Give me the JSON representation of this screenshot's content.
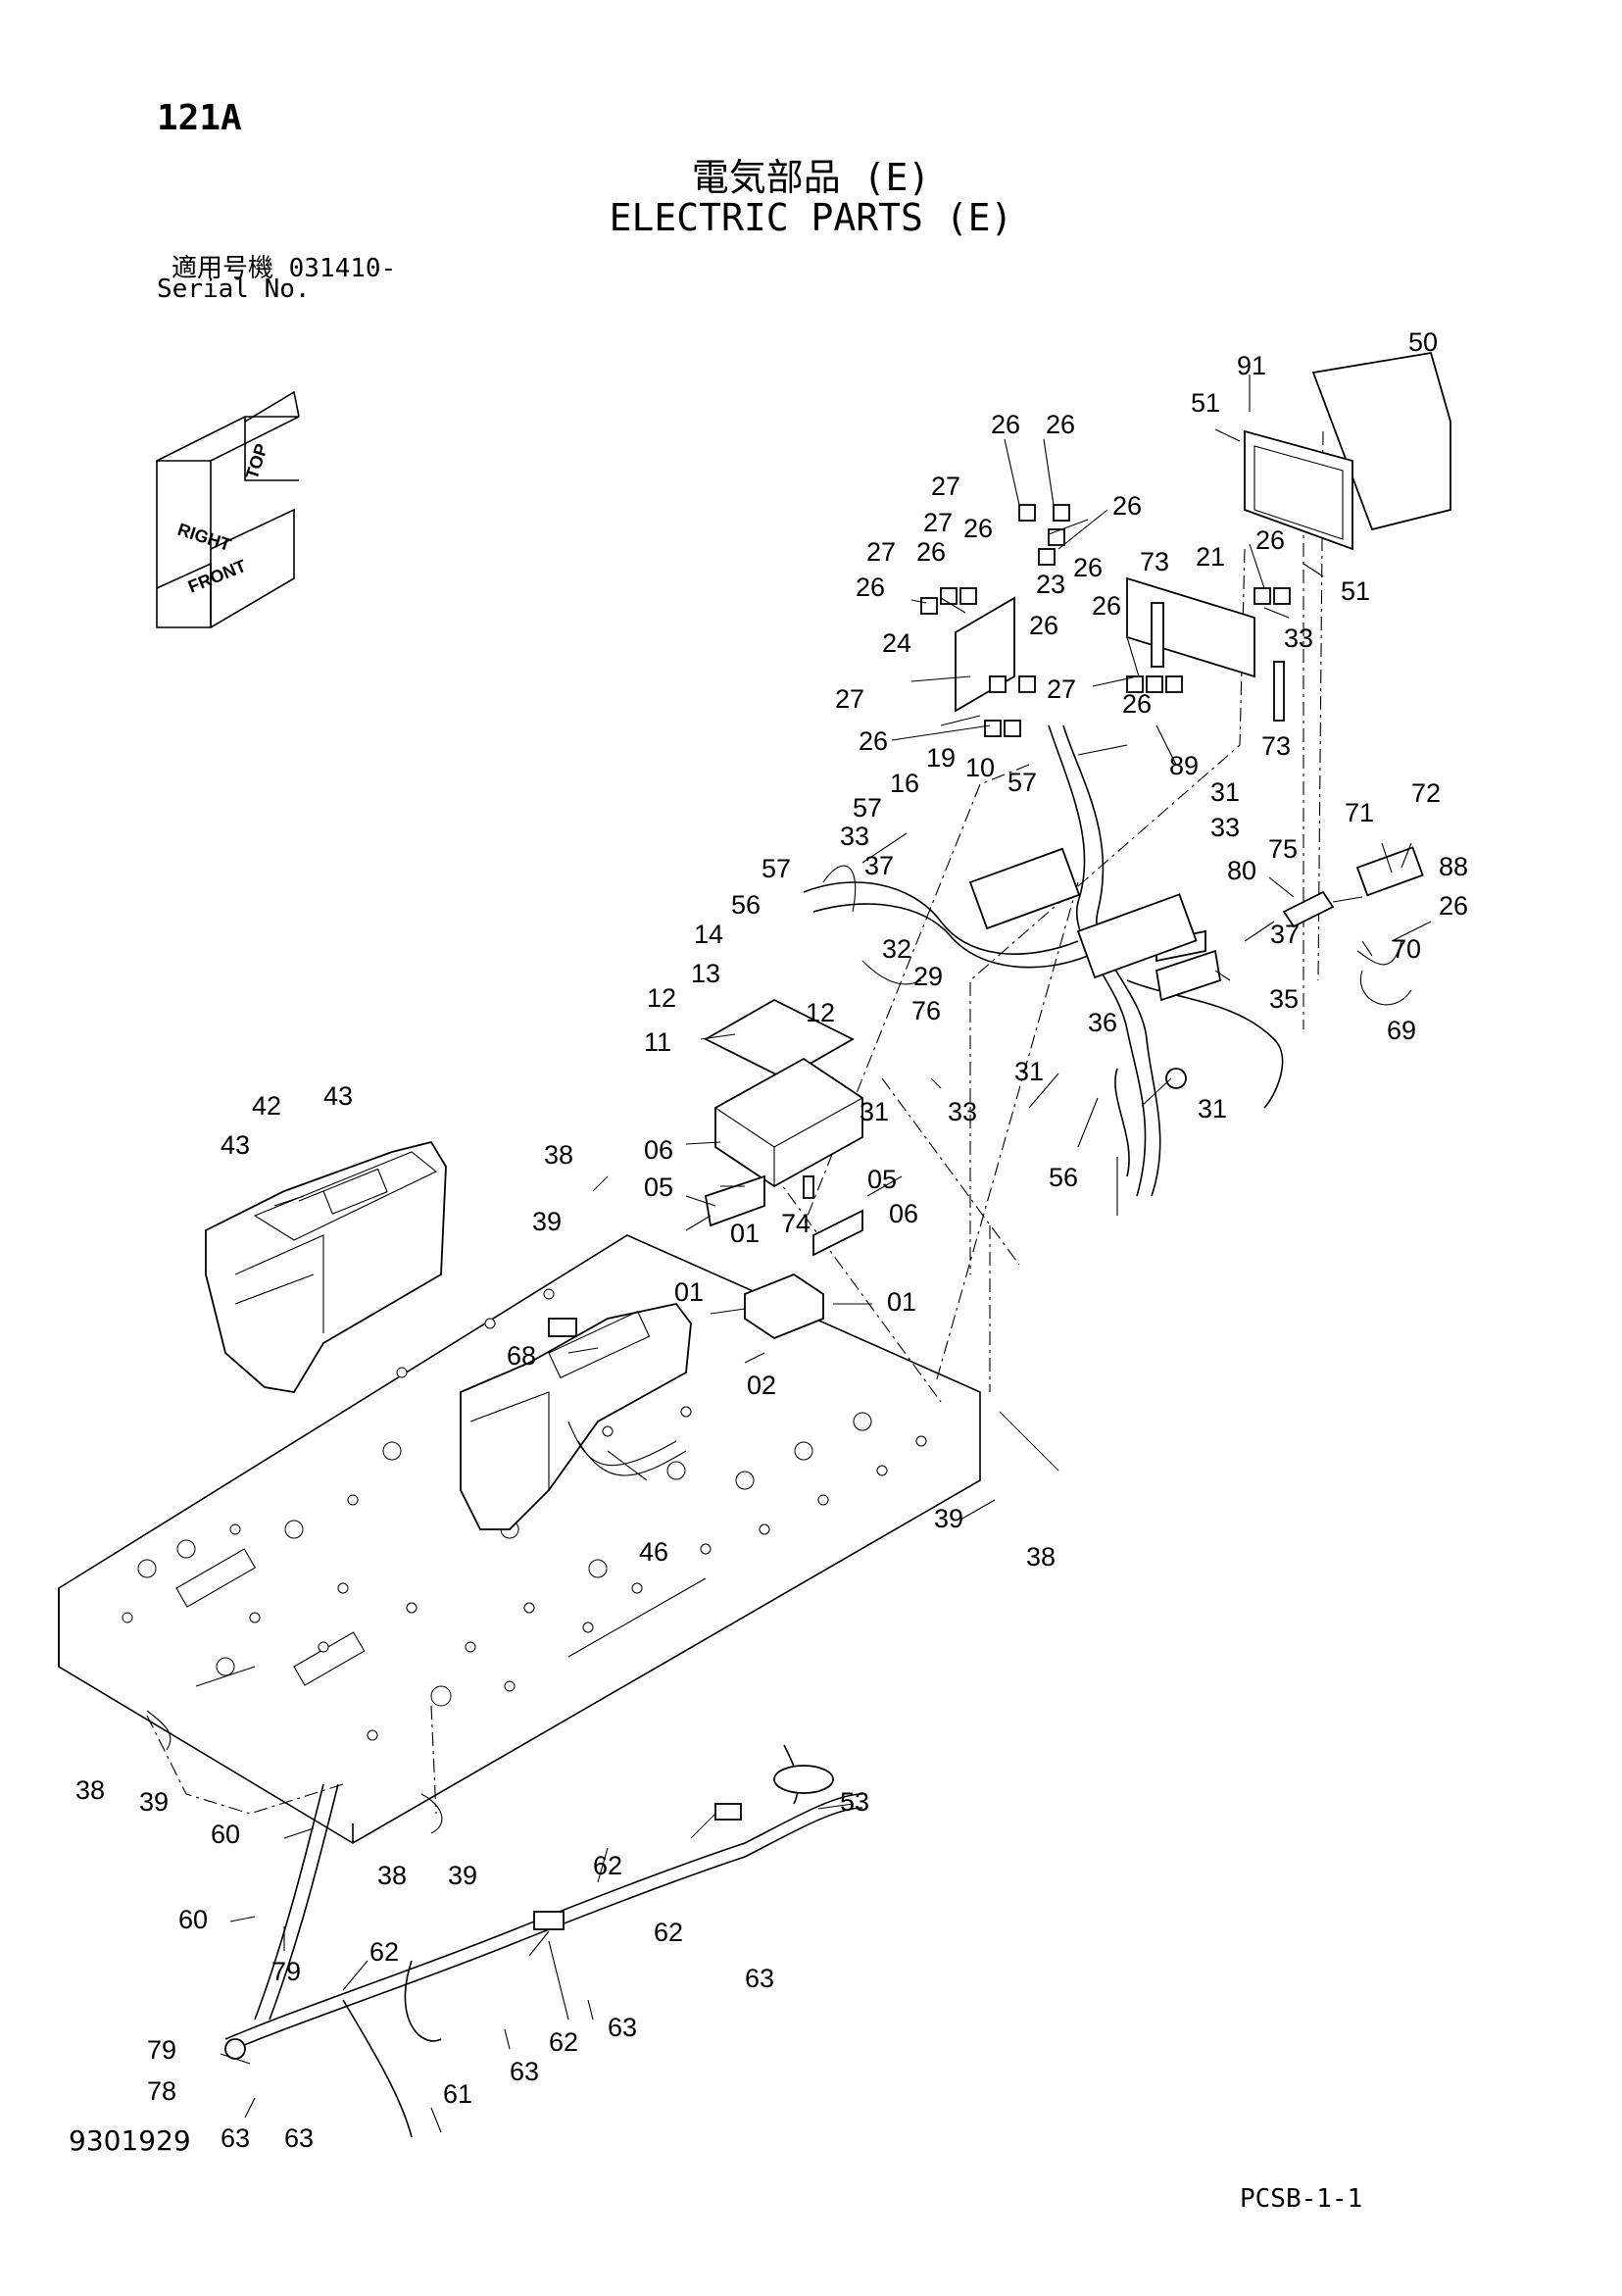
{
  "header": {
    "page_number": "121A",
    "title_jp": "電気部品 (E)",
    "title_en": "ELECTRIC PARTS (E)",
    "serial_label_jp": "適用号機 031410-",
    "serial_label_en": "Serial No."
  },
  "orientation_indicator": {
    "labels": [
      "TOP",
      "RIGHT",
      "FRONT"
    ]
  },
  "callouts": [
    {
      "id": "c1",
      "text": "50"
    },
    {
      "id": "c2",
      "text": "91"
    },
    {
      "id": "c3",
      "text": "51"
    },
    {
      "id": "c4",
      "text": "51"
    },
    {
      "id": "c5",
      "text": "26"
    },
    {
      "id": "c6",
      "text": "26"
    },
    {
      "id": "c7",
      "text": "27"
    },
    {
      "id": "c8",
      "text": "26"
    },
    {
      "id": "c9",
      "text": "27"
    },
    {
      "id": "c10",
      "text": "26"
    },
    {
      "id": "c11",
      "text": "26"
    },
    {
      "id": "c12",
      "text": "27"
    },
    {
      "id": "c13",
      "text": "26"
    },
    {
      "id": "c14",
      "text": "26"
    },
    {
      "id": "c15",
      "text": "23"
    },
    {
      "id": "c16",
      "text": "73"
    },
    {
      "id": "c17",
      "text": "21"
    },
    {
      "id": "c18",
      "text": "26"
    },
    {
      "id": "c19",
      "text": "33"
    },
    {
      "id": "c20",
      "text": "26"
    },
    {
      "id": "c21",
      "text": "26"
    },
    {
      "id": "c22",
      "text": "24"
    },
    {
      "id": "c23",
      "text": "27"
    },
    {
      "id": "c24",
      "text": "27"
    },
    {
      "id": "c25",
      "text": "26"
    },
    {
      "id": "c26",
      "text": "26"
    },
    {
      "id": "c27",
      "text": "73"
    },
    {
      "id": "c28",
      "text": "19"
    },
    {
      "id": "c29",
      "text": "10"
    },
    {
      "id": "c30",
      "text": "89"
    },
    {
      "id": "c31",
      "text": "16"
    },
    {
      "id": "c32",
      "text": "57"
    },
    {
      "id": "c33",
      "text": "57"
    },
    {
      "id": "c34",
      "text": "31"
    },
    {
      "id": "c35",
      "text": "33"
    },
    {
      "id": "c36",
      "text": "33"
    },
    {
      "id": "c37",
      "text": "37"
    },
    {
      "id": "c38",
      "text": "57"
    },
    {
      "id": "c39",
      "text": "71"
    },
    {
      "id": "c40",
      "text": "72"
    },
    {
      "id": "c41",
      "text": "75"
    },
    {
      "id": "c42",
      "text": "80"
    },
    {
      "id": "c43",
      "text": "88"
    },
    {
      "id": "c44",
      "text": "26"
    },
    {
      "id": "c45",
      "text": "56"
    },
    {
      "id": "c46",
      "text": "14"
    },
    {
      "id": "c47",
      "text": "32"
    },
    {
      "id": "c48",
      "text": "37"
    },
    {
      "id": "c49",
      "text": "70"
    },
    {
      "id": "c50",
      "text": "13"
    },
    {
      "id": "c51",
      "text": "29"
    },
    {
      "id": "c52",
      "text": "35"
    },
    {
      "id": "c53",
      "text": "12"
    },
    {
      "id": "c54",
      "text": "12"
    },
    {
      "id": "c55",
      "text": "76"
    },
    {
      "id": "c56",
      "text": "36"
    },
    {
      "id": "c57",
      "text": "69"
    },
    {
      "id": "c58",
      "text": "11"
    },
    {
      "id": "c59",
      "text": "31"
    },
    {
      "id": "c60",
      "text": "33"
    },
    {
      "id": "c61",
      "text": "31"
    },
    {
      "id": "c62",
      "text": "31"
    },
    {
      "id": "c63",
      "text": "42"
    },
    {
      "id": "c64",
      "text": "43"
    },
    {
      "id": "c65",
      "text": "43"
    },
    {
      "id": "c66",
      "text": "38"
    },
    {
      "id": "c67",
      "text": "06"
    },
    {
      "id": "c68",
      "text": "05"
    },
    {
      "id": "c69",
      "text": "56"
    },
    {
      "id": "c70",
      "text": "05"
    },
    {
      "id": "c71",
      "text": "39"
    },
    {
      "id": "c72",
      "text": "74"
    },
    {
      "id": "c73",
      "text": "01"
    },
    {
      "id": "c74",
      "text": "06"
    },
    {
      "id": "c75",
      "text": "01"
    },
    {
      "id": "c76",
      "text": "01"
    },
    {
      "id": "c77",
      "text": "68"
    },
    {
      "id": "c78",
      "text": "02"
    },
    {
      "id": "c79",
      "text": "39"
    },
    {
      "id": "c80",
      "text": "46"
    },
    {
      "id": "c81",
      "text": "38"
    },
    {
      "id": "c82",
      "text": "38"
    },
    {
      "id": "c83",
      "text": "39"
    },
    {
      "id": "c84",
      "text": "53"
    },
    {
      "id": "c85",
      "text": "60"
    },
    {
      "id": "c86",
      "text": "38"
    },
    {
      "id": "c87",
      "text": "39"
    },
    {
      "id": "c88",
      "text": "62"
    },
    {
      "id": "c89",
      "text": "60"
    },
    {
      "id": "c90",
      "text": "62"
    },
    {
      "id": "c91",
      "text": "63"
    },
    {
      "id": "c92",
      "text": "79"
    },
    {
      "id": "c93",
      "text": "62"
    },
    {
      "id": "c94",
      "text": "63"
    },
    {
      "id": "c95",
      "text": "62"
    },
    {
      "id": "c96",
      "text": "79"
    },
    {
      "id": "c97",
      "text": "63"
    },
    {
      "id": "c98",
      "text": "78"
    },
    {
      "id": "c99",
      "text": "61"
    },
    {
      "id": "c100",
      "text": "63"
    },
    {
      "id": "c101",
      "text": "63"
    }
  ],
  "footer": {
    "drawing_number": "9301929",
    "sheet_code": "PCSB-1-1"
  }
}
